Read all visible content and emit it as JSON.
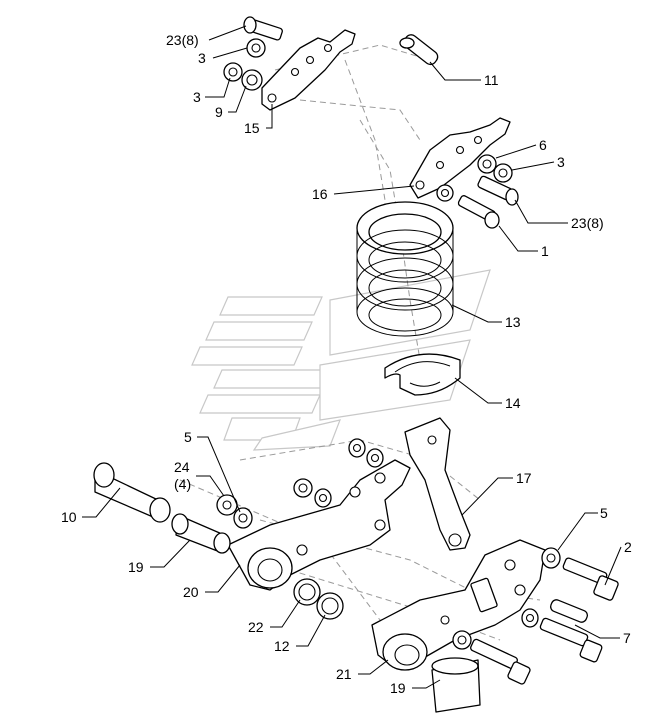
{
  "callouts": [
    {
      "id": "c1",
      "text": "23(8)"
    },
    {
      "id": "c2",
      "text": "3"
    },
    {
      "id": "c3",
      "text": "3"
    },
    {
      "id": "c4",
      "text": "9"
    },
    {
      "id": "c5",
      "text": "15"
    },
    {
      "id": "c6",
      "text": "11"
    },
    {
      "id": "c7",
      "text": "6"
    },
    {
      "id": "c8",
      "text": "3"
    },
    {
      "id": "c9",
      "text": "16"
    },
    {
      "id": "c10",
      "text": "23(8)"
    },
    {
      "id": "c11",
      "text": "1"
    },
    {
      "id": "c12",
      "text": "13"
    },
    {
      "id": "c13",
      "text": "14"
    },
    {
      "id": "c14",
      "text": "5"
    },
    {
      "id": "c15",
      "text": "24"
    },
    {
      "id": "c16",
      "text": "(4)"
    },
    {
      "id": "c17",
      "text": "17"
    },
    {
      "id": "c18",
      "text": "10"
    },
    {
      "id": "c19",
      "text": "19"
    },
    {
      "id": "c20",
      "text": "20"
    },
    {
      "id": "c21",
      "text": "5"
    },
    {
      "id": "c22",
      "text": "2"
    },
    {
      "id": "c23",
      "text": "22"
    },
    {
      "id": "c24",
      "text": "12"
    },
    {
      "id": "c25",
      "text": "7"
    },
    {
      "id": "c26",
      "text": "21"
    },
    {
      "id": "c27",
      "text": "19"
    }
  ]
}
